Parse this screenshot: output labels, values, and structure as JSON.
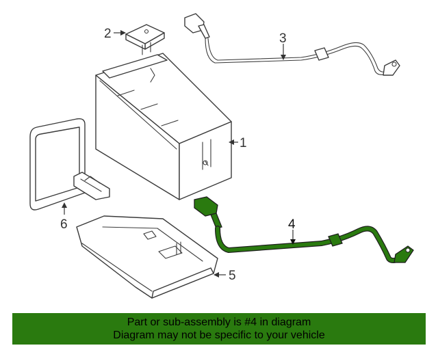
{
  "callouts": {
    "battery": "1",
    "cover": "2",
    "cable_upper": "3",
    "cable_highlighted": "4",
    "tray": "5",
    "frame": "6"
  },
  "colors": {
    "highlight": "#2a7a0f",
    "banner": "#2a7a0f",
    "line": "#3a3a3a"
  },
  "banner": {
    "line1": "Part or sub-assembly is #4 in diagram",
    "line2": "Diagram may not be specific to your vehicle"
  }
}
